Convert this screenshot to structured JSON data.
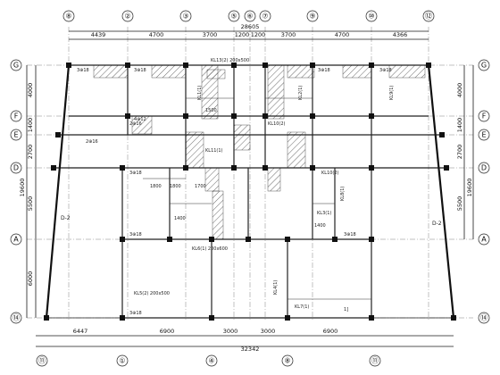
{
  "axes_top": [
    "⑧",
    "②",
    "③",
    "⑤",
    "⑥",
    "⑦",
    "⑨",
    "⑩",
    "⑫"
  ],
  "axes_bottom": [
    "⑪",
    "①",
    "④",
    "⑧",
    "⑪"
  ],
  "axes_left": [
    "G",
    "F",
    "E",
    "D",
    "A",
    "⑭"
  ],
  "axes_right": [
    "G",
    "F",
    "E",
    "D",
    "A",
    "⑭"
  ],
  "dims_top_total": "28605",
  "dims_top": [
    "4439",
    "4700",
    "3700",
    "1200",
    "1200",
    "3700",
    "4700",
    "4366"
  ],
  "dims_bottom": [
    "6447",
    "6900",
    "3000",
    "3000",
    "6900"
  ],
  "dims_bottom_total": "32342",
  "dims_left": [
    "4000",
    "1400",
    "2700",
    "5500",
    "6000"
  ],
  "dims_left_total": "19600",
  "dims_right": [
    "4000",
    "1400",
    "2700",
    "5500"
  ],
  "dims_right_total": "19600",
  "section_marks": [
    "D-2",
    "D-2"
  ],
  "beam_notes": {
    "n01": "KL13(2) 200x500",
    "n02": "4⊕12",
    "n03": "3⊕18",
    "n04": "KL8(1)",
    "n05": "KL9(1)",
    "n06": "KL10(2)",
    "n07": "KL1(1)",
    "n08": "KL2(1)",
    "n09": "KL7(1)",
    "n10": "KL4(1)",
    "n11": "KL3(1)",
    "n12": "1400",
    "n13": "1400",
    "n14": "1800",
    "n15": "1800",
    "n16": "1700",
    "n17": "1500",
    "n18": "2⊕16",
    "n19": "2⊕16",
    "n20": "1]",
    "n21": "KL6(1) 200x600",
    "n22": "KL5(2) 200x500",
    "n23": "KL11(1)"
  }
}
